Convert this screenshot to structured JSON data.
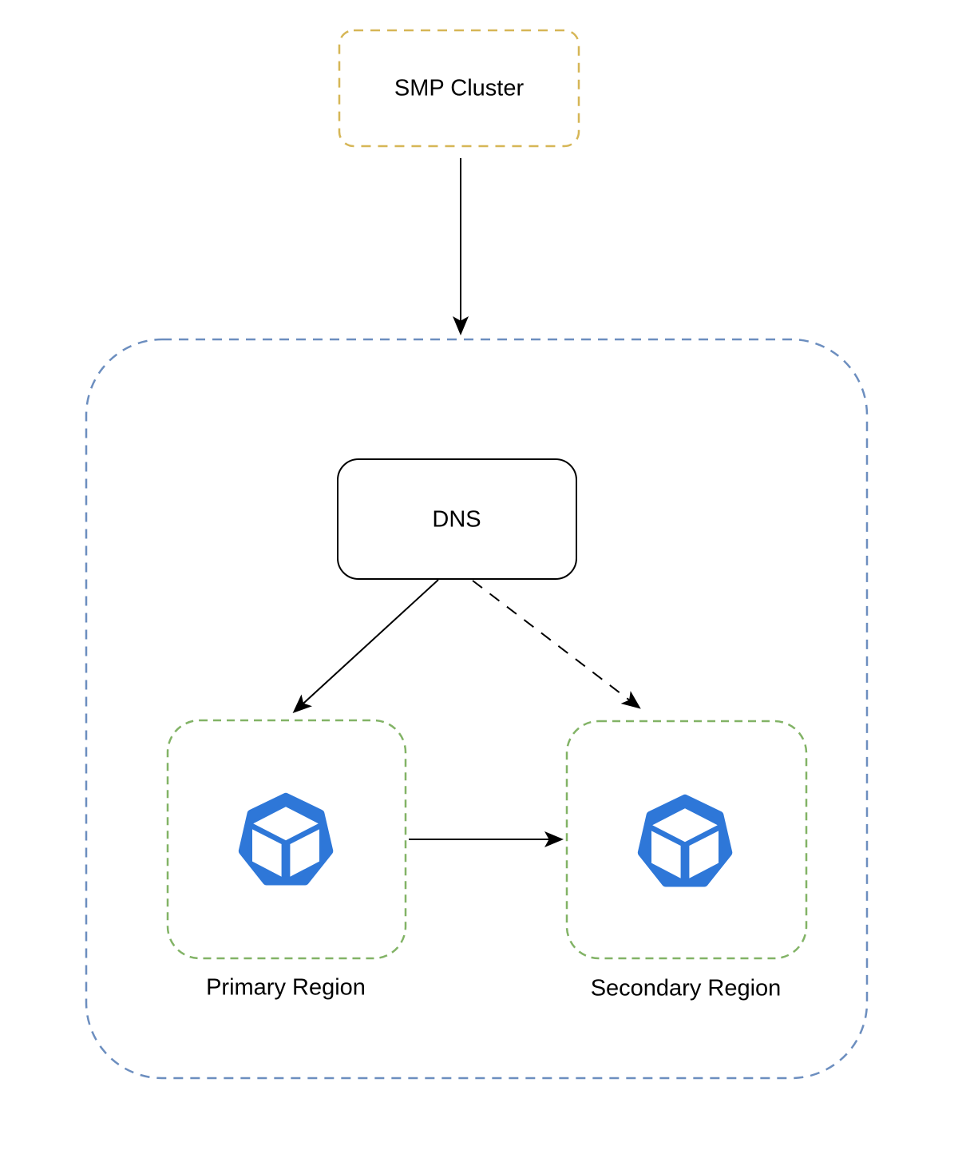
{
  "nodes": {
    "smp_cluster": {
      "label": "SMP Cluster",
      "border_color": "#D6B656",
      "border_style": "dashed"
    },
    "outer_container": {
      "border_color": "#6C8EBF",
      "border_style": "dashed"
    },
    "dns": {
      "label": "DNS",
      "border_color": "#000000",
      "border_style": "solid"
    },
    "primary_region": {
      "label": "Primary Region",
      "border_color": "#82B366",
      "border_style": "dashed",
      "icon": "workload-cube-icon"
    },
    "secondary_region": {
      "label": "Secondary Region",
      "border_color": "#82B366",
      "border_style": "dashed",
      "icon": "workload-cube-icon"
    }
  },
  "edges": [
    {
      "from": "smp_cluster",
      "to": "outer_container",
      "line_style": "solid",
      "arrowhead": "filled"
    },
    {
      "from": "dns",
      "to": "primary_region",
      "line_style": "solid",
      "arrowhead": "filled"
    },
    {
      "from": "dns",
      "to": "secondary_region",
      "line_style": "dashed",
      "arrowhead": "filled"
    },
    {
      "from": "primary_region",
      "to": "secondary_region",
      "line_style": "solid",
      "arrowhead": "filled"
    }
  ],
  "colors": {
    "background": "#FFFFFF",
    "smp_border": "#D6B656",
    "container_border": "#6C8EBF",
    "region_border": "#82B366",
    "dns_border": "#000000",
    "icon_blue": "#2E77D8",
    "arrow": "#000000",
    "text": "#000000"
  }
}
